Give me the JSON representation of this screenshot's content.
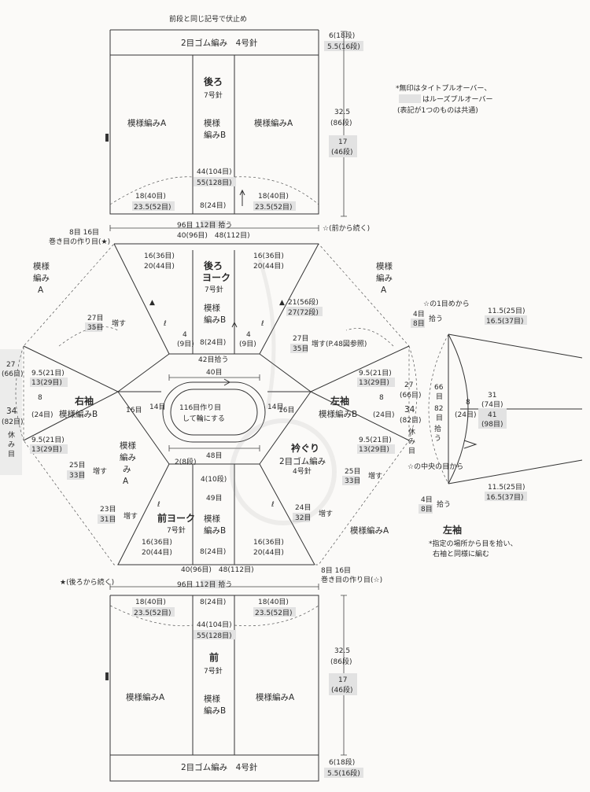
{
  "top": {
    "bind_off_note": "前段と同じ記号で伏止め",
    "rib_label": "2目ゴム編み　4号針",
    "rib_rows": "6(18段)",
    "rib_rows_alt": "5.5(16段)",
    "body_left": "模様編みA",
    "body_center_title": "後ろ",
    "body_center_needle": "7号針",
    "body_center_pattern": "模様\n編みB",
    "body_right": "模様編みA",
    "height": "32.5",
    "height_rows": "(86段)",
    "height_alt": "17",
    "height_alt_rows": "(46段)",
    "width_1": "44(104目)",
    "width_2": "55(128目)",
    "left_bottom_1": "18(40目)",
    "left_bottom_2": "23.5(52目)",
    "center_bottom": "8(24目)",
    "right_bottom_1": "18(40目)",
    "right_bottom_2": "23.5(52目)"
  },
  "pickup_top": {
    "left_note_1": "8目 16目",
    "left_note_2": "巻き目の作り目(★)",
    "text": "96目 112目 拾う",
    "right_note": "☆(前から続く)"
  },
  "note": {
    "line1": "*無印はタイトプルオーバー、",
    "line2": "はルーズプルオーバー",
    "line3": "(表記が1つのものは共通)"
  },
  "yoke_back": {
    "top_width": "40(96目)　48(112目)",
    "left_1": "16(36目)",
    "left_2": "20(44目)",
    "right_1": "16(36目)",
    "right_2": "20(44目)",
    "title": "後ろ\nヨーク",
    "needle": "7号針",
    "pattern": "模様\n編みB",
    "center": "8(24目)",
    "side_l": "4\n(9目)",
    "side_r": "4\n(9目)",
    "pickup": "42目拾う",
    "incr_1": "21(56段)",
    "incr_2": "27(72段)",
    "incr_stitches_1": "27目",
    "incr_stitches_2": "35目",
    "incr_label": "増す",
    "incr_ref": "増す(P.48図参照)",
    "left_incr_1": "27目",
    "left_incr_2": "35目"
  },
  "collar": {
    "top": "40目",
    "center_1": "116目作り目",
    "center_2": "して輪にする",
    "bottom": "48目",
    "left_1": "16目",
    "left_2": "14目",
    "right_1": "16目",
    "right_2": "14目",
    "bottom_left": "2(8段)",
    "bottom_center": "4(10段)",
    "label": "衿ぐり",
    "rib": "2目ゴム編み",
    "needle": "4号針"
  },
  "right_sleeve": {
    "title": "右袖",
    "pattern": "模様編みB",
    "top_1": "9.5(21目)",
    "top_2": "13(29目)",
    "mid": "8",
    "mid_2": "(24目)",
    "bot_1": "9.5(21目)",
    "bot_2": "13(29目)",
    "rest_1": "27",
    "rest_2": "(66目)",
    "rest_3": "34",
    "rest_4": "(82目)",
    "rest_5": "休み目",
    "incr_1": "25目",
    "incr_2": "33目",
    "incr_label": "増す",
    "pattern_a": "模様編みA"
  },
  "left_sleeve": {
    "title": "左袖",
    "pattern": "模様編みB",
    "top_1": "9.5(21目)",
    "top_2": "13(29目)",
    "mid": "8",
    "mid_2": "(24目)",
    "bot_1": "9.5(21目)",
    "bot_2": "13(29目)",
    "rest_1": "27",
    "rest_2": "(66目)",
    "rest_3": "34",
    "rest_4": "(82目)",
    "rest_5": "休み目",
    "incr_1": "25目",
    "incr_2": "33目",
    "incr_label": "増す",
    "pattern_a": "模様編みA"
  },
  "front_yoke": {
    "title": "前ヨーク",
    "needle": "7号針",
    "pattern": "模様\n編みB",
    "top": "49目",
    "incr_1": "23目",
    "incr_2": "31目",
    "incr_label": "増す",
    "right_incr_1": "24目",
    "right_incr_2": "32目",
    "left_1": "16(36目)",
    "left_2": "20(44目)",
    "center": "8(24目)",
    "right_1": "16(36目)",
    "right_2": "20(44目)",
    "bottom_width": "40(96目)　48(112目)",
    "pattern_a": "模様編みA"
  },
  "sleeve_detail": {
    "note_top": "☆の1目めから",
    "stitch_top_1": "4目",
    "stitch_top_2": "8目",
    "pick": "拾う",
    "top_1": "11.5(25目)",
    "top_2": "16.5(37目)",
    "mid_1": "66",
    "mid_2": "目",
    "mid_3": "82",
    "mid_4": "目",
    "mid_5": "拾う",
    "center_1": "8",
    "center_2": "(24目)",
    "right_1": "31",
    "right_2": "(74目)",
    "right_3": "41",
    "right_4": "(98目)",
    "note_mid": "☆の中央の目から",
    "stitch_bot_1": "4目",
    "stitch_bot_2": "8目",
    "bot_1": "11.5(25目)",
    "bot_2": "16.5(37目)",
    "title": "左袖",
    "caption_1": "*指定の場所から目を拾い、",
    "caption_2": "右袖と同様に編む"
  },
  "pickup_bottom": {
    "left_note": "★(後ろから続く)",
    "text": "96目 112目 拾う",
    "right_note_1": "8目 16目",
    "right_note_2": "巻き目の作り目(☆)"
  },
  "bottom": {
    "left_1": "18(40目)",
    "left_2": "23.5(52目)",
    "center": "8(24目)",
    "right_1": "18(40目)",
    "right_2": "23.5(52目)",
    "width_1": "44(104目)",
    "width_2": "55(128目)",
    "body_left": "模様編みA",
    "body_center_title": "前",
    "body_center_needle": "7号針",
    "body_center_pattern": "模様\n編みB",
    "body_right": "模様編みA",
    "height": "32.5",
    "height_rows": "(86段)",
    "height_alt": "17",
    "height_alt_rows": "(46段)",
    "rib_label": "2目ゴム編み　4号針",
    "rib_rows": "6(18段)",
    "rib_rows_alt": "5.5(16段)"
  }
}
